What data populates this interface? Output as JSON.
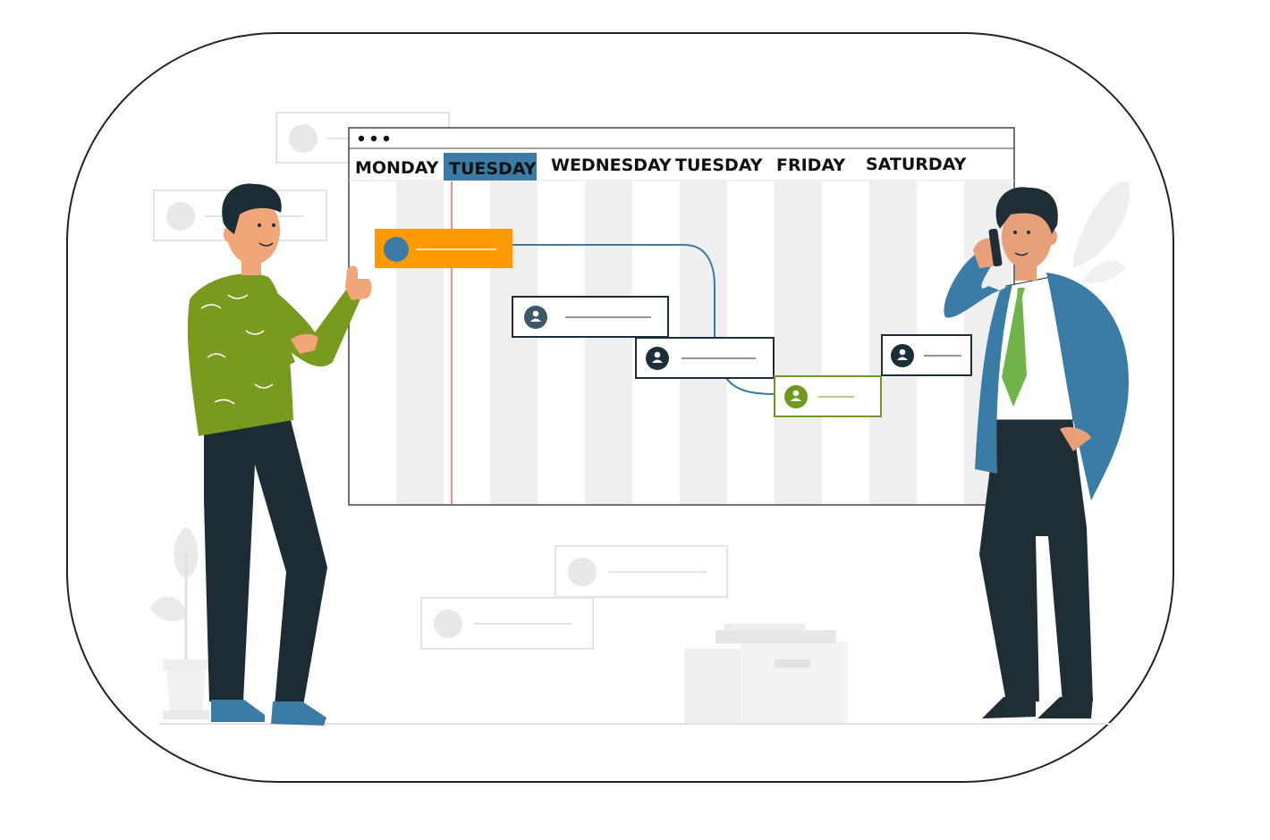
{
  "calendar": {
    "days": [
      "MONDAY",
      "TUESDAY",
      "WEDNESDAY",
      "TUESDAY",
      "FRIDAY",
      "SATURDAY"
    ],
    "selected_day_index": 1
  },
  "icons": {
    "window_controls": "three-dots-icon",
    "task_avatar": "user-icon"
  },
  "colors": {
    "accent_blue": "#3a7ca5",
    "task_orange": "#ff9900",
    "task_green": "#6e9a1e",
    "dark_navy": "#1c2e38",
    "current_time_line": "#e64545",
    "ghost_gray": "#e4e4e4"
  }
}
